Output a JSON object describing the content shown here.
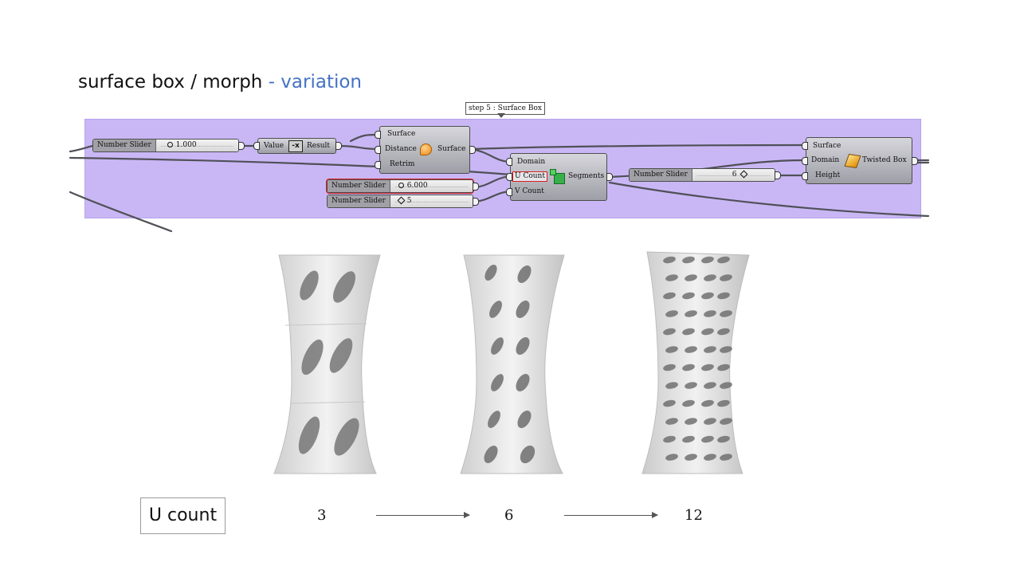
{
  "slide": {
    "title_main": "surface box / morph",
    "title_accent": "- variation",
    "accent_color": "#4472c4"
  },
  "canvas": {
    "group_color": "#c9b7f5",
    "group_label": "step 5 : Surface Box",
    "slider_top_left": {
      "label": "Number Slider",
      "value": "1.000"
    },
    "expression": {
      "in": "Value",
      "icon": "-x",
      "out": "Result"
    },
    "offset_comp": {
      "inputs": [
        "Surface",
        "Distance",
        "Retrim"
      ],
      "output": "Surface"
    },
    "slider_u": {
      "label": "Number Slider",
      "value": "6.000"
    },
    "slider_v": {
      "label": "Number Slider",
      "value": "5"
    },
    "divide_domain": {
      "inputs": [
        "Domain",
        "U Count",
        "V Count"
      ],
      "output": "Segments"
    },
    "slider_height": {
      "label": "Number Slider",
      "value": "6"
    },
    "twisted_box": {
      "inputs": [
        "Surface",
        "Domain",
        "Height"
      ],
      "output": "Twisted Box"
    }
  },
  "variations": {
    "label": "U count",
    "values": [
      "3",
      "6",
      "12"
    ]
  }
}
